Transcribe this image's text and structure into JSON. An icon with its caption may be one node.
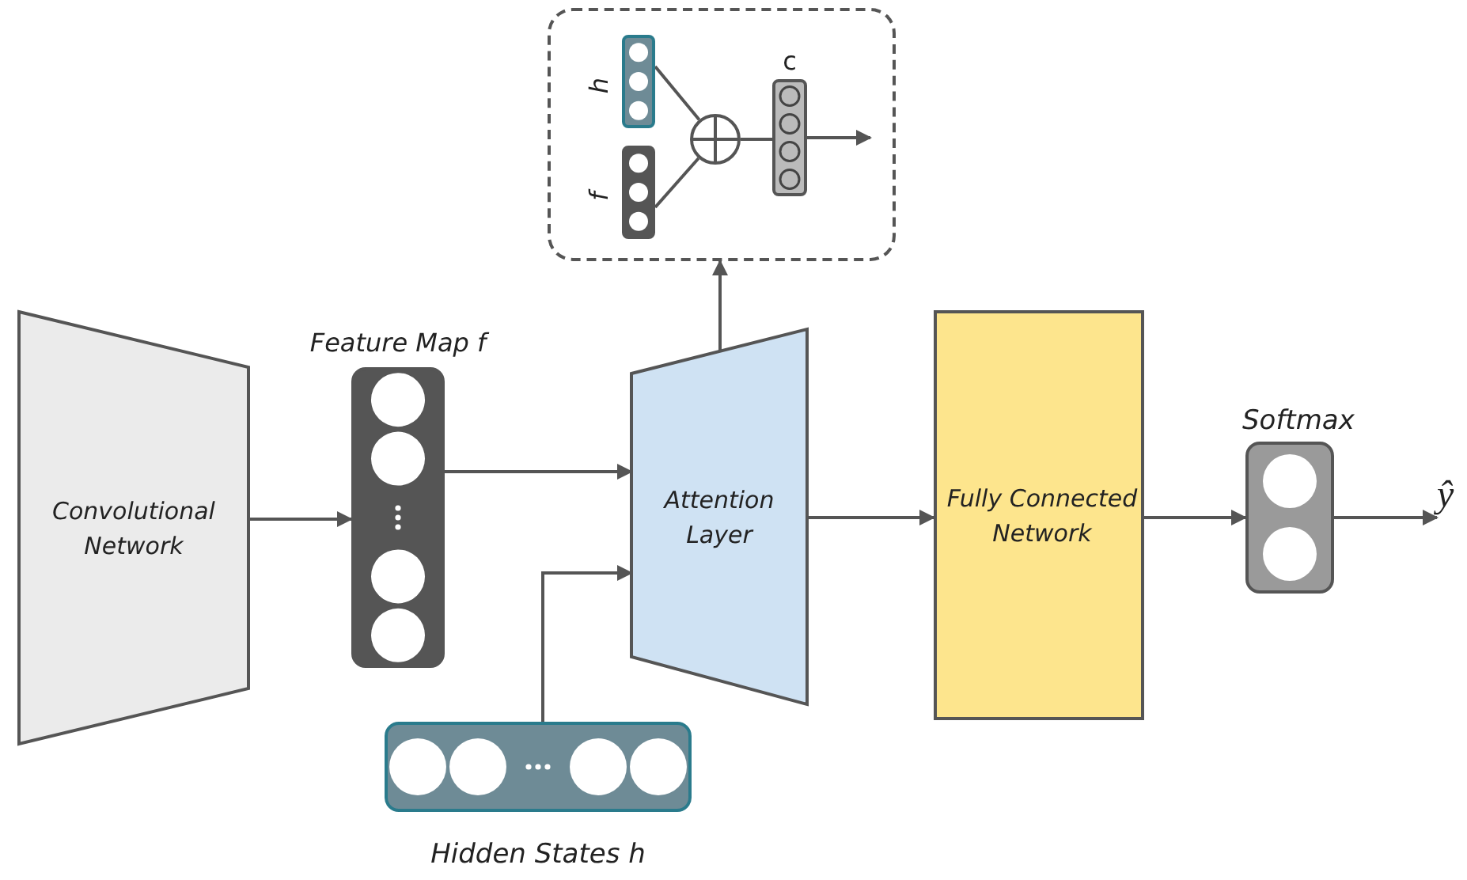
{
  "diagram": {
    "nodes": [
      {
        "text": [
          "Convolutional Network"
        ]
      },
      {
        "text": [
          "Feature Map f"
        ]
      },
      {
        "text": [
          "Hidden States h"
        ]
      },
      {
        "text": [
          "Attention Layer"
        ]
      },
      {
        "text": [],
        "shape": "box"
      },
      {
        "text": [
          "h"
        ],
        "in": 4
      },
      {
        "text": [
          "f"
        ],
        "in": 4
      },
      {
        "text": [],
        "shape": "circle",
        "in": 4
      },
      {
        "text": [
          "c"
        ],
        "in": 4
      },
      {
        "text": [
          "Fully Connected Network"
        ]
      },
      {
        "text": [
          "Softmax"
        ]
      },
      {
        "text": [
          "ŷ"
        ]
      }
    ],
    "edges": [
      {
        "from": 0,
        "to": 1,
        "arrow": "to"
      },
      {
        "from": 1,
        "to": 3,
        "arrow": "to"
      },
      {
        "from": 2,
        "to": 3,
        "arrow": "to"
      },
      {
        "from": 3,
        "to": 4,
        "arrow": "to"
      },
      {
        "from": 5,
        "to": 7,
        "arrow": "none"
      },
      {
        "from": 6,
        "to": 7,
        "arrow": "none"
      },
      {
        "from": 7,
        "to": 8,
        "arrow": "none"
      },
      {
        "from": 8,
        "to": null,
        "arrow": "to"
      },
      {
        "from": 3,
        "to": 9,
        "arrow": "to"
      },
      {
        "from": 9,
        "to": 10,
        "arrow": "to"
      },
      {
        "from": 10,
        "to": 11,
        "arrow": "to"
      }
    ]
  }
}
